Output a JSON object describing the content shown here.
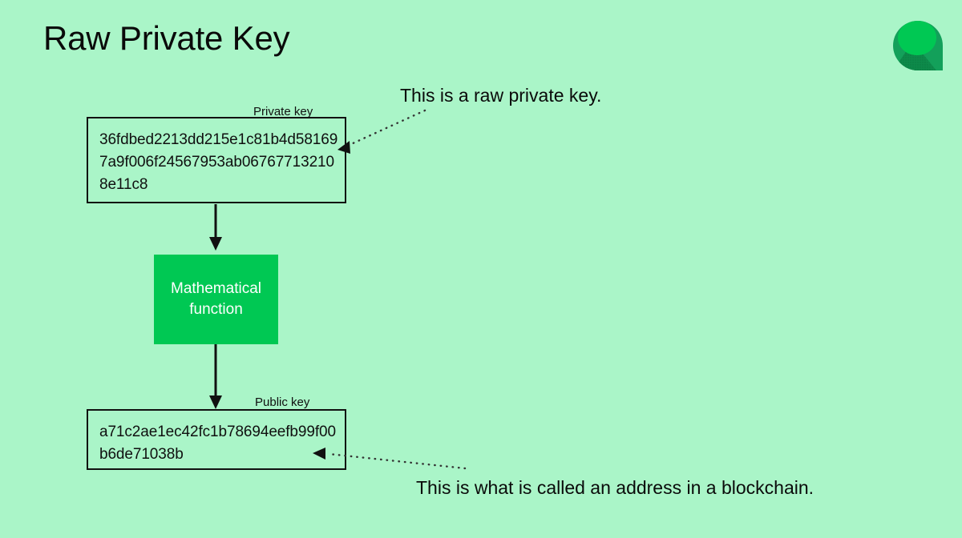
{
  "page": {
    "title": "Raw Private Key",
    "background_color": "#aaf5c8",
    "text_color": "#0a0a0a"
  },
  "logo": {
    "name": "green-droplet-logo",
    "primary_color": "#00c853",
    "secondary_color": "#13a05a",
    "tertiary_color": "#0d8a4a"
  },
  "diagram": {
    "private_key": {
      "label": "Private key",
      "value": "36fdbed2213dd215e1c81b4d581697a9f006f24567953ab067677132108e11c8",
      "lines": [
        "36fdbed2213dd215e1c81b4d581",
        "697a9f006f24567953ab067677",
        "132108e11c8"
      ]
    },
    "process": {
      "label": "Mathematical function",
      "lines": [
        "Mathematical",
        "function"
      ],
      "fill_color": "#00c853",
      "text_color": "#ffffff"
    },
    "public_key": {
      "label": "Public key",
      "value": "a71c2ae1ec42fc1b78694eefb99f00b6de71038b",
      "lines": [
        "a71c2ae1ec42fc1b78694eefb99",
        "f00b6de71038b"
      ]
    },
    "annotations": [
      {
        "id": "private-key-note",
        "text": "This is a raw private key."
      },
      {
        "id": "public-key-note",
        "text": "This is what is called an address in a blockchain."
      }
    ]
  }
}
